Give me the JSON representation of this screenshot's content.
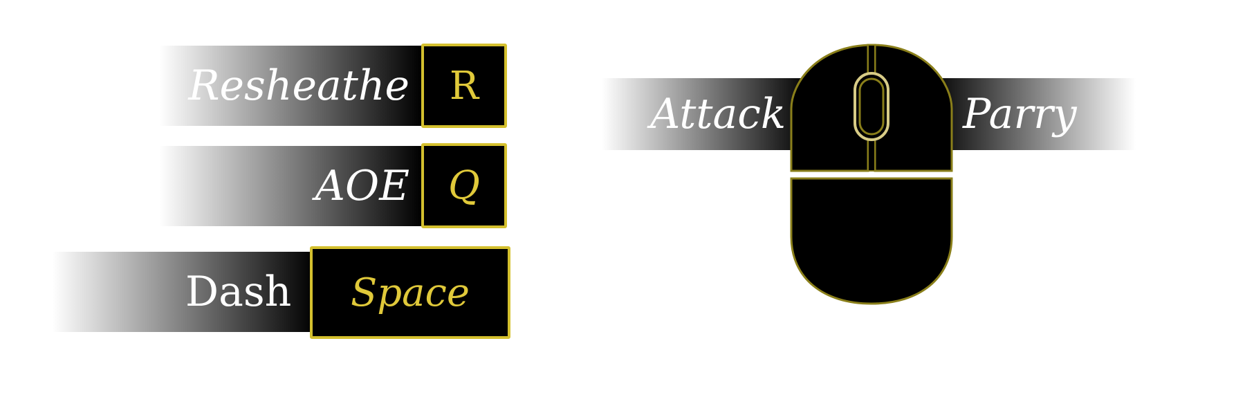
{
  "keybinds": [
    {
      "action": "Resheathe",
      "key": "R"
    },
    {
      "action": "AOE",
      "key": "Q"
    },
    {
      "action": "Dash",
      "key": "Space"
    }
  ],
  "mouse": {
    "left_action": "Attack",
    "right_action": "Parry",
    "icon": "mouse-icon"
  },
  "colors": {
    "key_border": "#d4c02e",
    "key_text": "#e0c93a",
    "mouse_border": "#8a7f1a",
    "label_text": "#ffffff",
    "fill": "#000000"
  }
}
